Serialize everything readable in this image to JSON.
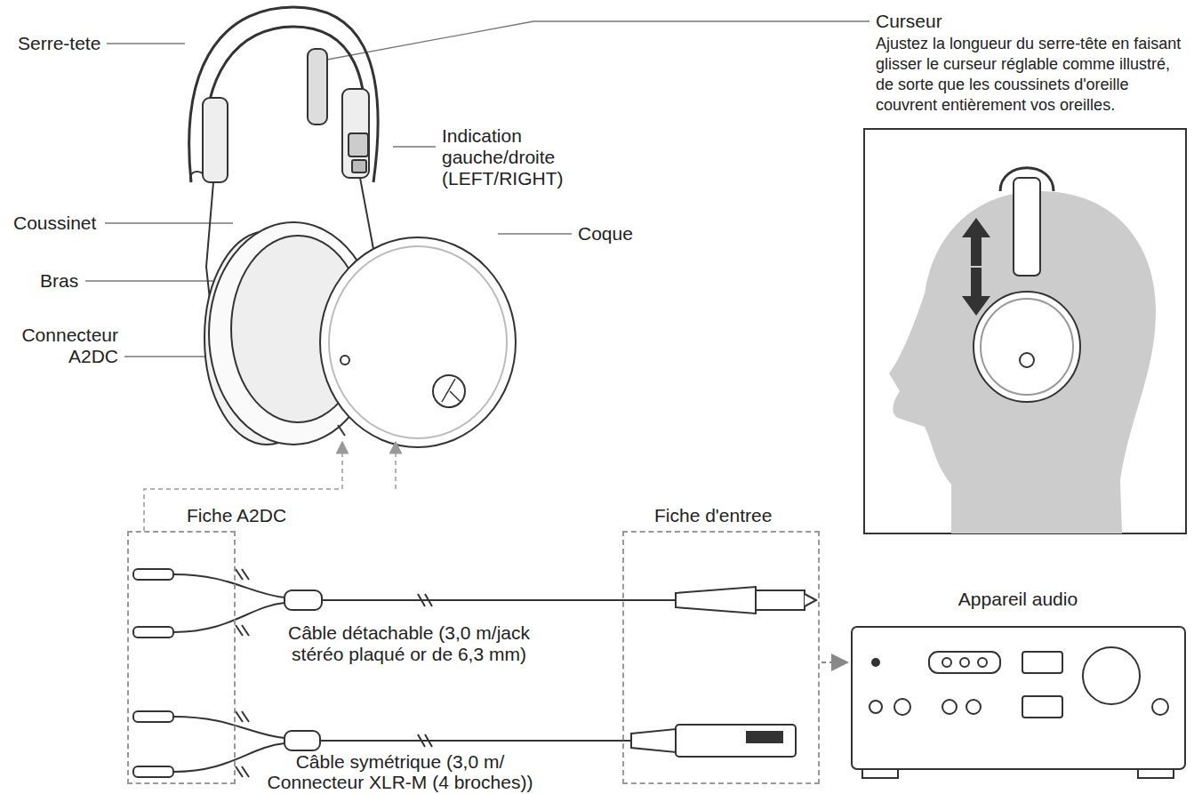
{
  "diagram": {
    "nodes": [
      {
        "text": [
          "Fiche A2DC"
        ]
      },
      {
        "text": [
          "Fiche d'entree"
        ]
      },
      {
        "text": [
          "Appareil audio"
        ]
      }
    ],
    "edges": [
      {
        "from": 1,
        "to": 2,
        "arrow": "to"
      }
    ],
    "labels": [
      "Serre-tete",
      "Curseur",
      "Ajustez la longueur du serre-tête en faisant glisser le curseur réglable comme illustré, de sorte que les coussinets d'oreille couvrent entièrement vos oreilles.",
      "Indication gauche/droite (LEFT/RIGHT)",
      "Coussinet",
      "Coque",
      "Bras",
      "Connecteur A2DC",
      "Câble détachable (3,0 m/jack stéréo plaqué or de 6,3 mm)",
      "Câble symétrique (3,0 m/ Connecteur XLR-M (4 broches))"
    ]
  }
}
